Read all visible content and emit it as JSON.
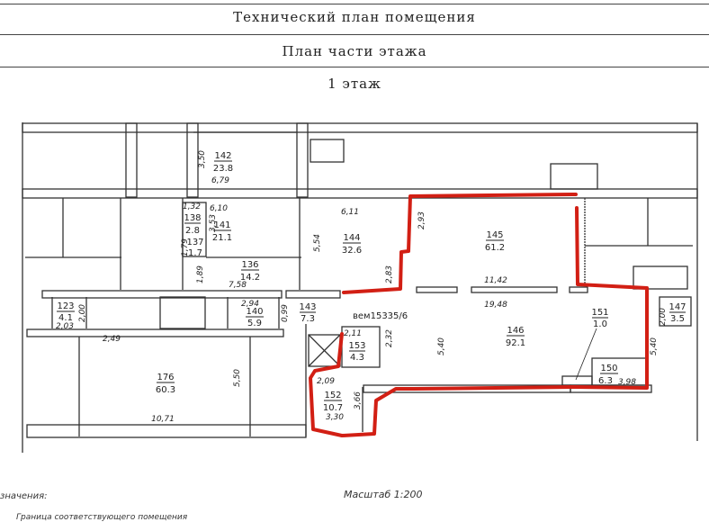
{
  "header": {
    "title": "Технический план помещения",
    "subtitle": "План части этажа",
    "floor": "1 этаж"
  },
  "cadastral_label": "вем15335/6",
  "rooms": [
    {
      "number": "142",
      "area": "23.8"
    },
    {
      "number": "141",
      "area": "21.1"
    },
    {
      "number": "138",
      "area": "2.8"
    },
    {
      "number": "137",
      "area": "1.7"
    },
    {
      "number": "136",
      "area": "14.2"
    },
    {
      "number": "144",
      "area": "32.6"
    },
    {
      "number": "145",
      "area": "61.2"
    },
    {
      "number": "143",
      "area": "7.3"
    },
    {
      "number": "123",
      "area": "4.1"
    },
    {
      "number": "140",
      "area": "5.9"
    },
    {
      "number": "176",
      "area": "60.3"
    },
    {
      "number": "153",
      "area": "4.3"
    },
    {
      "number": "146",
      "area": "92.1"
    },
    {
      "number": "151",
      "area": "1.0"
    },
    {
      "number": "150",
      "area": "6.3"
    },
    {
      "number": "147",
      "area": "3.5"
    },
    {
      "number": "152",
      "area": "10.7"
    }
  ],
  "dimensions": [
    "3,50",
    "6,79",
    "6,10",
    "1,32",
    "3,53",
    "1,79",
    "1,89",
    "7,58",
    "6,11",
    "5,54",
    "2,93",
    "2,83",
    "11,42",
    "19,48",
    "2,00",
    "2,03",
    "2,94",
    "0,99",
    "2,49",
    "5,50",
    "10,71",
    "2,11",
    "2,32",
    "5,40",
    "3,98",
    "2,00",
    "2,09",
    "3,66",
    "3,30",
    "5,40"
  ],
  "footer": {
    "scale": "Масштаб 1:200",
    "legend_title": "значения:",
    "legend_item": "Граница соответствующего помещения"
  },
  "colors": {
    "boundary": "#d21f14",
    "wall": "#333333"
  }
}
